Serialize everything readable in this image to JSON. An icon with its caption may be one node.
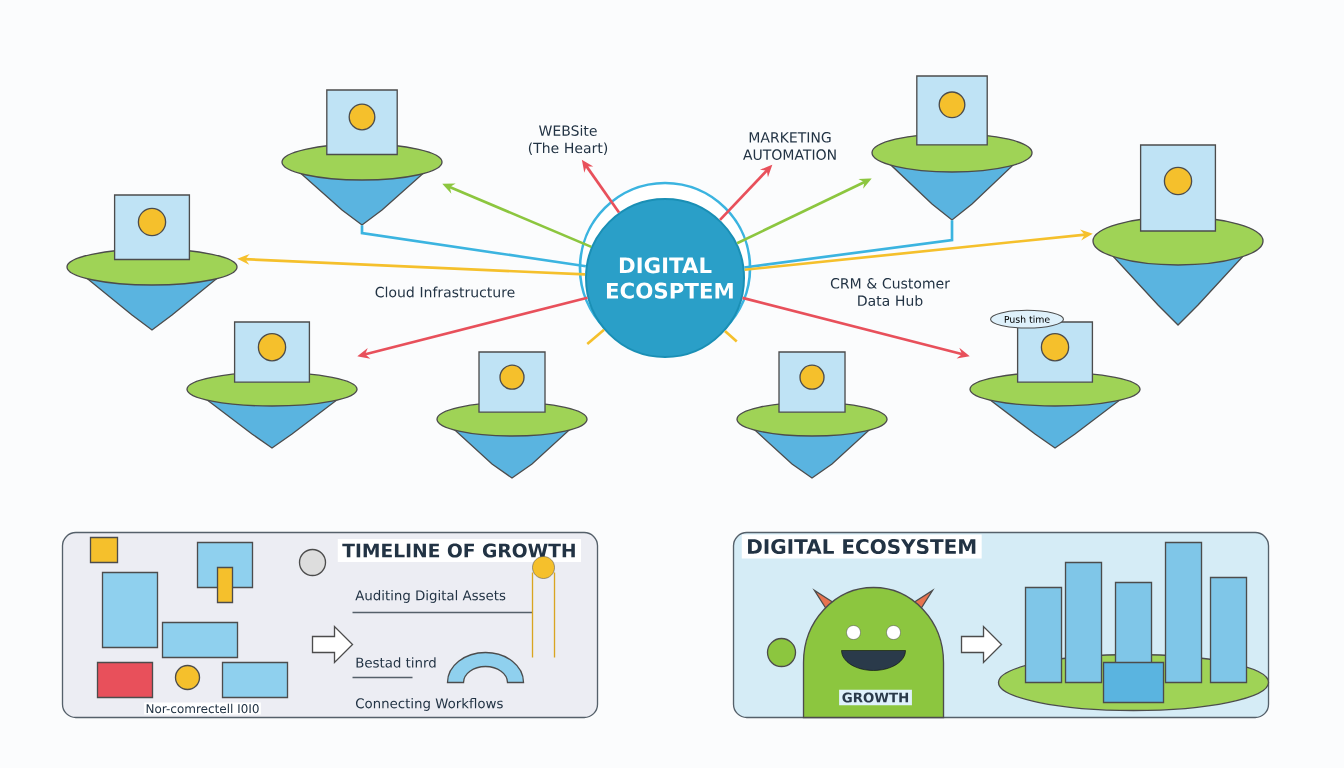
{
  "diagram": {
    "nodes": [
      {
        "text": [
          "DIGITAL ECOSPTEM"
        ]
      },
      {
        "text": [],
        "shape": "picture"
      },
      {
        "text": [
          "WEBSite (The Heart)"
        ]
      },
      {
        "text": [
          "MARKETING AUTOMATION"
        ]
      },
      {
        "text": [],
        "shape": "picture"
      },
      {
        "text": [],
        "shape": "picture"
      },
      {
        "text": [],
        "shape": "picture"
      },
      {
        "text": [],
        "shape": "picture"
      },
      {
        "text": [],
        "shape": "picture"
      },
      {
        "text": [],
        "shape": "picture"
      },
      {
        "text": [
          "Push time"
        ]
      },
      {
        "text": [
          "TIMELINE OF GROWTH",
          "Auditing Digital Assets",
          "Bestad tinrd",
          "Nor-comrectell I0I0",
          "Connecting Workflows"
        ]
      },
      {
        "text": [
          "DIGITAL ECOSYSTEM",
          "GROWTH"
        ]
      }
    ],
    "edges": [
      {
        "from": 0,
        "to": 1,
        "arrow": "to",
        "color": "#8cc63f"
      },
      {
        "from": 0,
        "to": 1,
        "arrow": "none",
        "color": "#3bb4e0"
      },
      {
        "from": 0,
        "to": 2,
        "arrow": "to",
        "color": "#e8505b"
      },
      {
        "from": 0,
        "to": 3,
        "arrow": "to",
        "color": "#e8505b"
      },
      {
        "from": 0,
        "to": 4,
        "arrow": "to",
        "color": "#8cc63f"
      },
      {
        "from": 0,
        "to": 4,
        "arrow": "none",
        "color": "#3bb4e0"
      },
      {
        "from": 0,
        "to": 5,
        "arrow": "to",
        "color": "#f5c02c",
        "label": "Cloud Infrastructure"
      },
      {
        "from": 0,
        "to": 6,
        "arrow": "to",
        "color": "#f5c02c",
        "label": "CRM & Customer Data Hub"
      },
      {
        "from": 0,
        "to": 7,
        "arrow": "to",
        "color": "#e8505b"
      },
      {
        "from": 0,
        "to": 8,
        "arrow": "none",
        "color": "#f5c02c"
      },
      {
        "from": 0,
        "to": 9,
        "arrow": "none",
        "color": "#f5c02c"
      },
      {
        "from": 0,
        "to": 10,
        "arrow": "to",
        "color": "#e8505b"
      }
    ]
  }
}
